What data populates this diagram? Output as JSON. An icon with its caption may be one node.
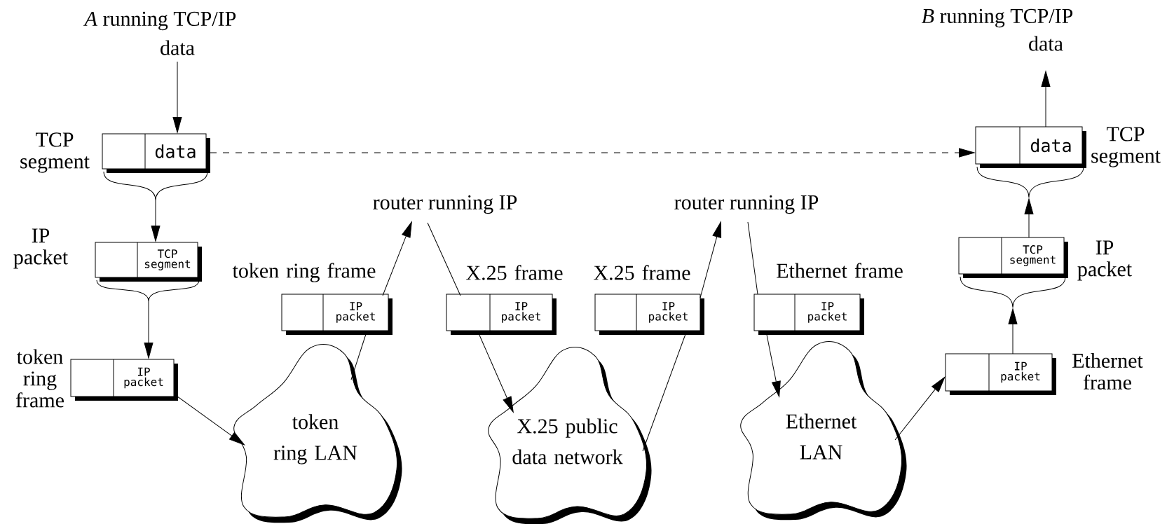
{
  "diagram": {
    "nodes": [
      {
        "text": [
          "data"
        ]
      },
      {
        "text": [
          "data"
        ],
        "beside": [
          "TCP segment"
        ]
      },
      {
        "text": [
          "TCP segment"
        ],
        "beside": [
          "IP packet"
        ]
      },
      {
        "text": [
          "IP packet"
        ],
        "beside": [
          "token ring frame"
        ]
      },
      {
        "text": [
          "token ring LAN"
        ]
      },
      {
        "text": [
          "IP packet"
        ],
        "beside": [
          "token ring frame"
        ]
      },
      {
        "text": [
          "router running IP"
        ]
      },
      {
        "text": [
          "IP packet"
        ],
        "beside": [
          "X.25 frame"
        ]
      },
      {
        "text": [
          "X.25 public data network"
        ]
      },
      {
        "text": [
          "IP packet"
        ],
        "beside": [
          "X.25 frame"
        ]
      },
      {
        "text": [
          "router running IP"
        ]
      },
      {
        "text": [
          "IP packet"
        ],
        "beside": [
          "Ethernet frame"
        ]
      },
      {
        "text": [
          "Ethernet LAN"
        ]
      },
      {
        "text": [
          "IP packet"
        ],
        "beside": [
          "Ethernet frame"
        ]
      },
      {
        "text": [
          "TCP segment"
        ],
        "beside": [
          "IP packet"
        ]
      },
      {
        "text": [
          "data"
        ],
        "beside": [
          "TCP segment"
        ]
      },
      {
        "text": [
          "data"
        ]
      }
    ],
    "edges": [
      {
        "from": 0,
        "to": 1,
        "arrow": "to"
      },
      {
        "from": 1,
        "to": 2,
        "arrow": "to"
      },
      {
        "from": 2,
        "to": 3,
        "arrow": "to"
      },
      {
        "from": 3,
        "to": 4,
        "arrow": "to"
      },
      {
        "from": 4,
        "to": 5,
        "arrow": "none"
      },
      {
        "from": 5,
        "to": 6,
        "arrow": "to"
      },
      {
        "from": 6,
        "to": 7,
        "arrow": "none"
      },
      {
        "from": 7,
        "to": 8,
        "arrow": "to"
      },
      {
        "from": 8,
        "to": 9,
        "arrow": "none"
      },
      {
        "from": 9,
        "to": 10,
        "arrow": "to"
      },
      {
        "from": 10,
        "to": 11,
        "arrow": "none"
      },
      {
        "from": 11,
        "to": 12,
        "arrow": "to"
      },
      {
        "from": 12,
        "to": 13,
        "arrow": "to"
      },
      {
        "from": 13,
        "to": 14,
        "arrow": "to"
      },
      {
        "from": 14,
        "to": 15,
        "arrow": "to"
      },
      {
        "from": 15,
        "to": 16,
        "arrow": "to"
      },
      {
        "from": 1,
        "to": 15,
        "arrow": "to",
        "style": "dashed"
      }
    ],
    "labels": [
      "*A* running TCP/IP",
      "*B* running TCP/IP"
    ]
  }
}
